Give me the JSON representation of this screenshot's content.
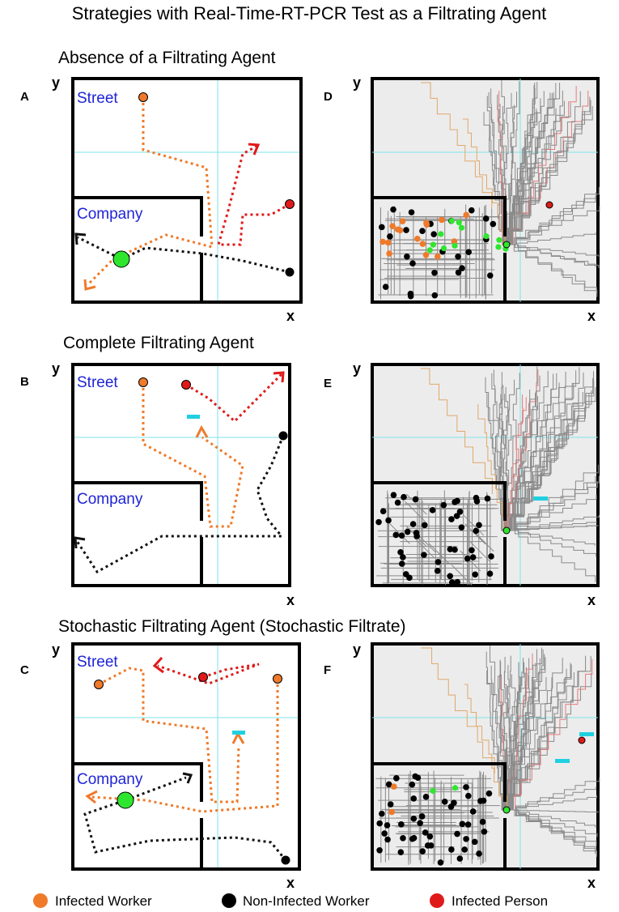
{
  "figure_title": "Strategies with Real-Time-RT-PCR Test as a Filtrating Agent",
  "sections": [
    {
      "title": "Absence of a Filtrating Agent",
      "left_panel": "A",
      "right_panel": "D"
    },
    {
      "title": "Complete Filtrating Agent",
      "left_panel": "B",
      "right_panel": "E"
    },
    {
      "title": "Stochastic Filtrating Agent (Stochastic Filtrate)",
      "left_panel": "C",
      "right_panel": "F"
    }
  ],
  "axis_labels": {
    "x": "x",
    "y": "y"
  },
  "place_labels": {
    "street": "Street",
    "company": "Company"
  },
  "legend": [
    {
      "label": "Infected Worker",
      "color": "#ef7a2a"
    },
    {
      "label": "Non-Infected Worker",
      "color": "#000000"
    },
    {
      "label": "Infected Person",
      "color": "#e01a1a"
    }
  ],
  "colors": {
    "infected_worker": "#ef7a2a",
    "non_infected_worker": "#000000",
    "infected_person": "#e01a1a",
    "filter_agent": "#20d0e0",
    "contact_point": "#2ee62e",
    "place_label": "#1f24d6"
  },
  "icons": [
    "filter-agent-marker",
    "contact-point-marker",
    "trajectory-arrow"
  ]
}
